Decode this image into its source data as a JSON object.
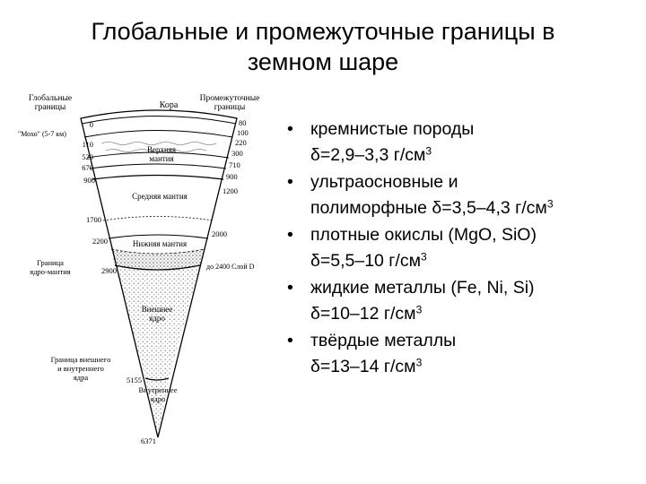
{
  "slide": {
    "title_line1": "Глобальные и промежуточные границы в",
    "title_line2": "земном шаре"
  },
  "bullets": [
    {
      "line1": "кремнистые породы",
      "line2": "δ=2,9–3,3 г/см",
      "sup": "3"
    },
    {
      "line1": "ультраосновные и",
      "line2": "полиморфные δ=3,5–4,3 г/см",
      "sup": "3"
    },
    {
      "line1": "плотные окислы (MgO, SiO)",
      "line2": "δ=5,5–10 г/см",
      "sup": "3"
    },
    {
      "line1": "жидкие металлы (Fe, Ni, Si)",
      "line2": "δ=10–12 г/см",
      "sup": "3"
    },
    {
      "line1": "твёрдые металлы",
      "line2": "δ=13–14 г/см",
      "sup": "3"
    }
  ],
  "diagram": {
    "header_left_1": "Глобальные",
    "header_left_2": "границы",
    "header_center": "Кора",
    "header_right_1": "Промежуточные",
    "header_right_2": "границы",
    "moho_label": "\"Мохо\" (5-7 км)",
    "left_depths": [
      "0",
      "110",
      "520",
      "670",
      "900",
      "1700",
      "2200",
      "2900",
      "5155",
      "6371"
    ],
    "right_depths": [
      "80",
      "100",
      "220",
      "300",
      "710",
      "900",
      "1200",
      "2000",
      "до 2400 Слой D"
    ],
    "upper_mantle_1": "Верхняя",
    "upper_mantle_2": "мантия",
    "middle_mantle": "Средняя мантия",
    "lower_mantle": "Нижняя мантия",
    "core_mantle_boundary_1": "Граница",
    "core_mantle_boundary_2": "ядро-мантия",
    "outer_core_1": "Внешнее",
    "outer_core_2": "ядро",
    "inner_outer_boundary_1": "Граница внешнего",
    "inner_outer_boundary_2": "и внутреннего",
    "inner_outer_boundary_3": "ядра",
    "inner_core_1": "Внутреннее",
    "inner_core_2": "ядро"
  }
}
